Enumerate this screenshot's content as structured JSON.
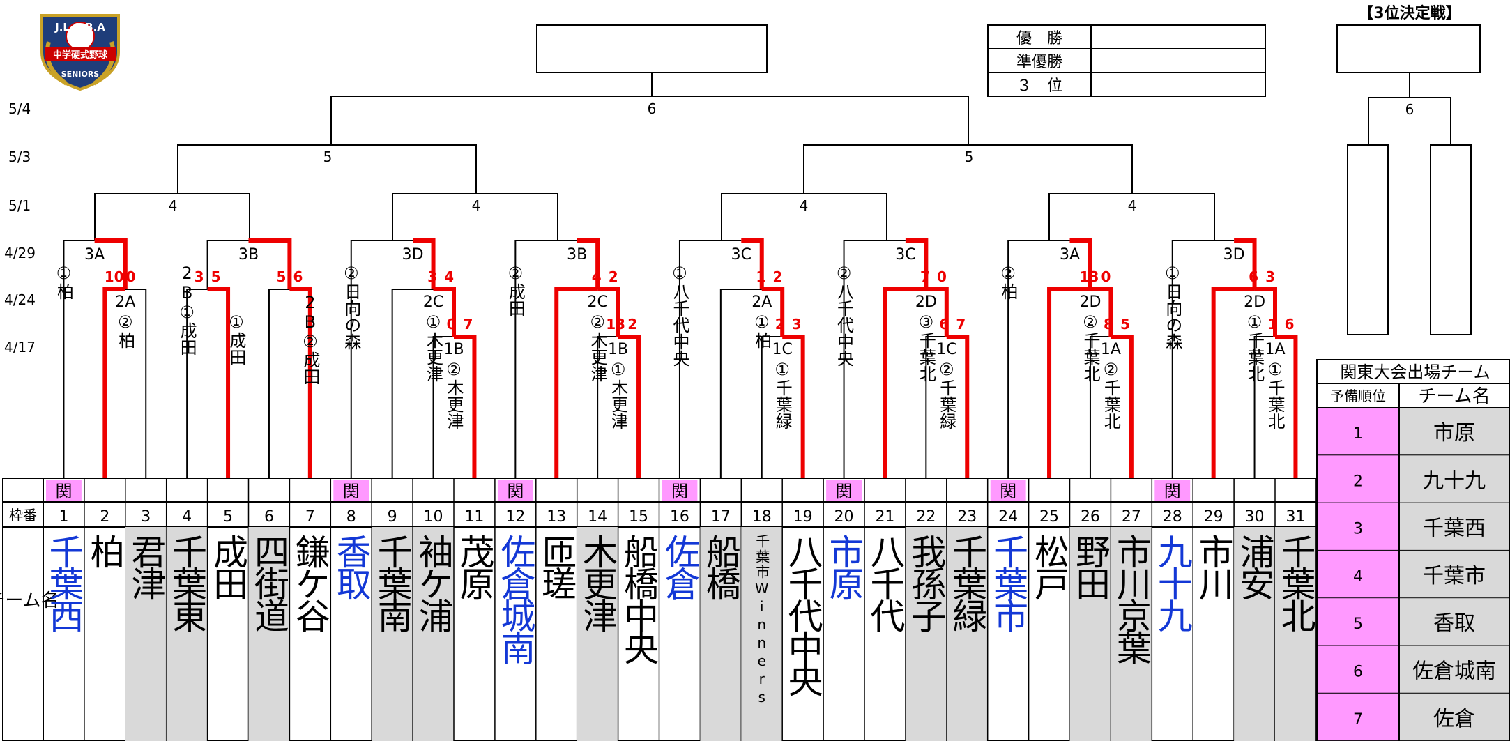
{
  "logo": {
    "top_text": "J.L.S.B.A",
    "middle_text": "中学硬式野球",
    "bottom_text": "SENIORS"
  },
  "dates": [
    "5/4",
    "5/3",
    "5/1",
    "4/29",
    "4/24",
    "4/17"
  ],
  "third_place": {
    "title": "【3位決定戦】",
    "game_no": "6"
  },
  "results": {
    "rows": [
      "優　勝",
      "準優勝",
      "３　位"
    ]
  },
  "kanto": {
    "title": "関東大会出場チーム",
    "col_rank": "予備順位",
    "col_team": "チーム名",
    "rows": [
      {
        "rank": "1",
        "team": "市原"
      },
      {
        "rank": "2",
        "team": "九十九"
      },
      {
        "rank": "3",
        "team": "千葉西"
      },
      {
        "rank": "4",
        "team": "千葉市"
      },
      {
        "rank": "5",
        "team": "香取"
      },
      {
        "rank": "6",
        "team": "佐倉城南"
      },
      {
        "rank": "7",
        "team": "佐倉"
      }
    ]
  },
  "header": {
    "waku_label": "枠番",
    "team_label": "チーム名",
    "kan_label": "関"
  },
  "slots": [
    {
      "n": "1",
      "team": "千葉西",
      "blue": true,
      "gray": false,
      "kan": true
    },
    {
      "n": "2",
      "team": "柏",
      "blue": false,
      "gray": false,
      "kan": false
    },
    {
      "n": "3",
      "team": "君津",
      "blue": false,
      "gray": true,
      "kan": false
    },
    {
      "n": "4",
      "team": "千葉東",
      "blue": false,
      "gray": true,
      "kan": false
    },
    {
      "n": "5",
      "team": "成田",
      "blue": false,
      "gray": false,
      "kan": false
    },
    {
      "n": "6",
      "team": "四街道",
      "blue": false,
      "gray": true,
      "kan": false
    },
    {
      "n": "7",
      "team": "鎌ケ谷",
      "blue": false,
      "gray": false,
      "kan": false
    },
    {
      "n": "8",
      "team": "香取",
      "blue": true,
      "gray": false,
      "kan": true
    },
    {
      "n": "9",
      "team": "千葉南",
      "blue": false,
      "gray": true,
      "kan": false
    },
    {
      "n": "10",
      "team": "袖ケ浦",
      "blue": false,
      "gray": true,
      "kan": false
    },
    {
      "n": "11",
      "team": "茂原",
      "blue": false,
      "gray": false,
      "kan": false
    },
    {
      "n": "12",
      "team": "佐倉城南",
      "blue": true,
      "gray": false,
      "kan": true
    },
    {
      "n": "13",
      "team": "匝瑳",
      "blue": false,
      "gray": false,
      "kan": false
    },
    {
      "n": "14",
      "team": "木更津",
      "blue": false,
      "gray": true,
      "kan": false
    },
    {
      "n": "15",
      "team": "船橋中央",
      "blue": false,
      "gray": false,
      "kan": false
    },
    {
      "n": "16",
      "team": "佐倉",
      "blue": true,
      "gray": false,
      "kan": true
    },
    {
      "n": "17",
      "team": "船橋",
      "blue": false,
      "gray": true,
      "kan": false
    },
    {
      "n": "18",
      "team": "千葉市Winners",
      "blue": false,
      "gray": true,
      "kan": false
    },
    {
      "n": "19",
      "team": "八千代中央",
      "blue": false,
      "gray": false,
      "kan": false
    },
    {
      "n": "20",
      "team": "市原",
      "blue": true,
      "gray": false,
      "kan": true
    },
    {
      "n": "21",
      "team": "八千代",
      "blue": false,
      "gray": false,
      "kan": false
    },
    {
      "n": "22",
      "team": "我孫子",
      "blue": false,
      "gray": true,
      "kan": false
    },
    {
      "n": "23",
      "team": "千葉緑",
      "blue": false,
      "gray": true,
      "kan": false
    },
    {
      "n": "24",
      "team": "千葉市",
      "blue": true,
      "gray": false,
      "kan": true
    },
    {
      "n": "25",
      "team": "松戸",
      "blue": false,
      "gray": false,
      "kan": false
    },
    {
      "n": "26",
      "team": "野田",
      "blue": false,
      "gray": true,
      "kan": false
    },
    {
      "n": "27",
      "team": "市川京葉",
      "blue": false,
      "gray": true,
      "kan": false
    },
    {
      "n": "28",
      "team": "九十九",
      "blue": true,
      "gray": false,
      "kan": true
    },
    {
      "n": "29",
      "team": "市川",
      "blue": false,
      "gray": false,
      "kan": false
    },
    {
      "n": "30",
      "team": "浦安",
      "blue": false,
      "gray": true,
      "kan": false
    },
    {
      "n": "31",
      "team": "千葉北",
      "blue": false,
      "gray": true,
      "kan": false
    }
  ],
  "games": {
    "final": "6",
    "semis": [
      "5",
      "5"
    ],
    "quarters": [
      "4",
      "4",
      "4",
      "4"
    ]
  },
  "groups": [
    {
      "lab29": "3A",
      "lab24": "2A",
      "lab17": "",
      "t1": "①柏",
      "t2": "②柏",
      "t3": "",
      "t4": "",
      "s29": [
        "10",
        "0"
      ],
      "s24": [],
      "s17": []
    },
    {
      "lab29": "3B",
      "lab24": "",
      "lab17": "",
      "t1": "2B①成田",
      "t2": "①成田",
      "t3": "2B②成田",
      "t4": "",
      "s29": [
        "3",
        "5",
        "5",
        "6"
      ],
      "s24": [],
      "s17": []
    },
    {
      "lab29": "3D",
      "lab24": "2C",
      "lab17": "1B",
      "t1": "②日向の森",
      "t2": "①木更津",
      "t3": "②木更津",
      "t4": "",
      "s29": [
        "3",
        "4"
      ],
      "s24": [
        "0",
        "7"
      ],
      "s17": []
    },
    {
      "lab29": "3B",
      "lab24": "2C",
      "lab17": "1B",
      "t1": "②成田",
      "t2": "②木更津",
      "t3": "①木更津",
      "t4": "",
      "s29": [
        "4",
        "2"
      ],
      "s24": [
        "13",
        "2"
      ],
      "s17": []
    },
    {
      "lab29": "3C",
      "lab24": "2A",
      "lab17": "1C",
      "t1": "①八千代中央",
      "t2": "①柏",
      "t3": "①千葉緑",
      "t4": "",
      "s29": [
        "1",
        "2"
      ],
      "s24": [
        "2",
        "3"
      ],
      "s17": []
    },
    {
      "lab29": "3C",
      "lab24": "2D",
      "lab17": "1C",
      "t1": "②八千代中央",
      "t2": "③千葉北",
      "t3": "②千葉緑",
      "t4": "",
      "s29": [
        "7",
        "0"
      ],
      "s24": [
        "6",
        "7"
      ],
      "s17": []
    },
    {
      "lab29": "3A",
      "lab24": "2D",
      "lab17": "1A",
      "t1": "②柏",
      "t2": "②千葉北",
      "t3": "②千葉北",
      "t4": "",
      "s29": [
        "13",
        "0"
      ],
      "s24": [
        "8",
        "5"
      ],
      "s17": []
    },
    {
      "lab29": "3D",
      "lab24": "2D",
      "lab17": "1A",
      "t1": "①日向の森",
      "t2": "①千葉北",
      "t3": "①千葉北",
      "t4": "",
      "s29": [
        "6",
        "3"
      ],
      "s24": [
        "1",
        "6"
      ],
      "s17": []
    }
  ]
}
